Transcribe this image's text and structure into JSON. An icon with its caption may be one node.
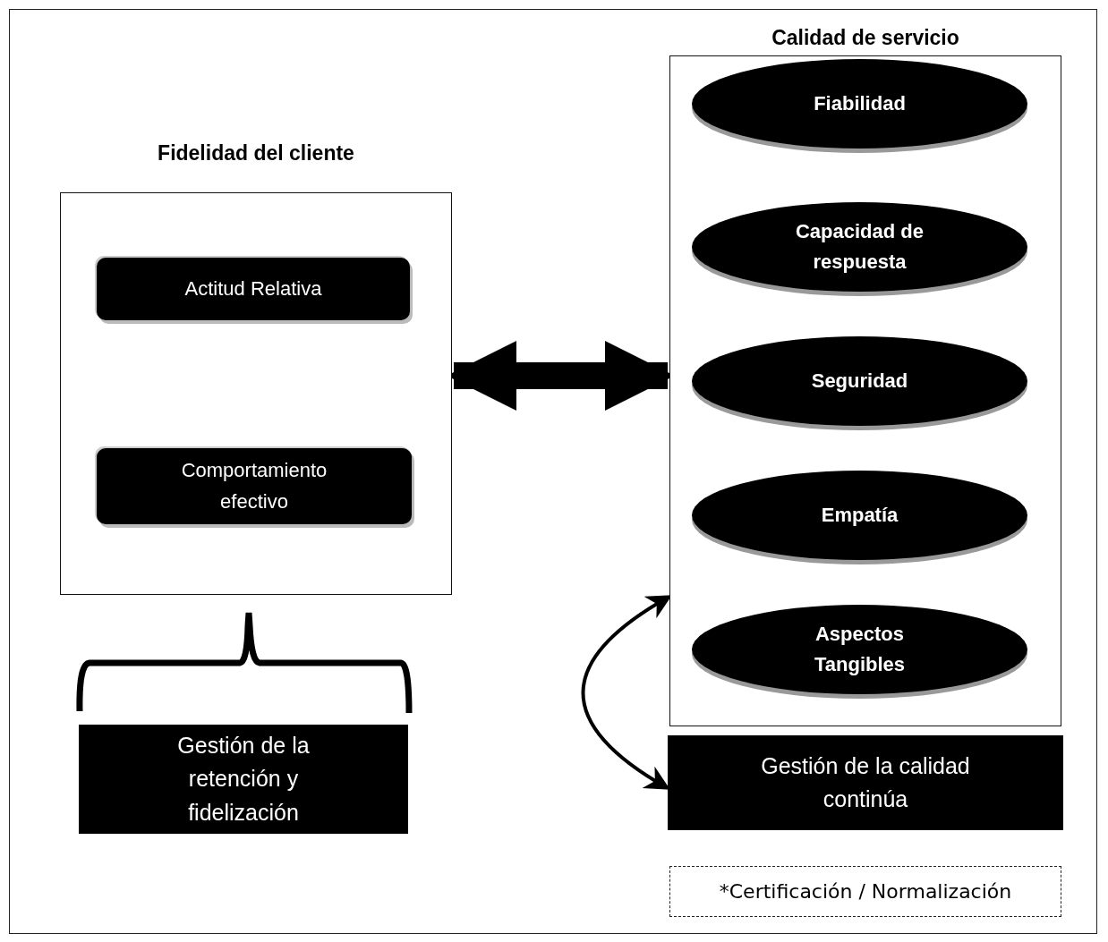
{
  "diagram": {
    "nodes": [
      {
        "text": [
          "Fidelidad del cliente"
        ]
      },
      {
        "text": [
          "Actitud Relativa"
        ],
        "in": 0
      },
      {
        "text": [
          "Comportamiento efectivo"
        ],
        "in": 0
      },
      {
        "text": [
          "Gestión de la retención y fidelización"
        ]
      },
      {
        "text": [
          "Calidad de servicio"
        ]
      },
      {
        "text": [
          "Fiabilidad"
        ],
        "in": 4
      },
      {
        "text": [
          "Capacidad de respuesta"
        ],
        "in": 4
      },
      {
        "text": [
          "Seguridad"
        ],
        "in": 4
      },
      {
        "text": [
          "Empatía"
        ],
        "in": 4
      },
      {
        "text": [
          "Aspectos Tangibles"
        ],
        "in": 4
      },
      {
        "text": [
          "Gestión de la calidad continúa"
        ]
      },
      {
        "text": [
          "*Certificación / Normalización"
        ]
      }
    ],
    "edges": [
      {
        "from": 0,
        "to": 4,
        "arrow": "both",
        "style": "thick"
      },
      {
        "from": 4,
        "to": 10,
        "arrow": "both"
      }
    ]
  }
}
